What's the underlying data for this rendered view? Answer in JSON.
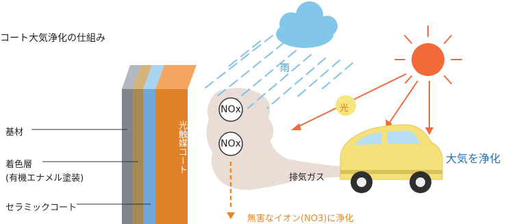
{
  "title": "コート大気浄化の仕組み",
  "layers": {
    "base_label": "基材",
    "color_label_1": "着色層",
    "color_label_2": "(有機エナメル塗装)",
    "ceramic_label": "セラミックコート",
    "coat_label": "光触媒コート"
  },
  "scene": {
    "rain_label": "雨",
    "light_label": "光",
    "nox_label_1": "NOx",
    "nox_label_2": "NOx",
    "exhaust_label": "排気ガス",
    "purify_label": "大気を浄化",
    "harmless_label": "無害なイオン(NO3)に浄化"
  },
  "colors": {
    "coat_orange": "#e0812a",
    "ceramic_blue": "#6fa8d8",
    "color_layer": "#a58a55",
    "base_gray": "#7d858f",
    "sun": "#f26a3a",
    "rain": "#7ec3e6",
    "cloud": "#82c6ea",
    "smoke": "#e9ddd5",
    "car": "#f5e17a",
    "accent_text": "#e88a2a",
    "purify_text": "#2a6fb5"
  }
}
